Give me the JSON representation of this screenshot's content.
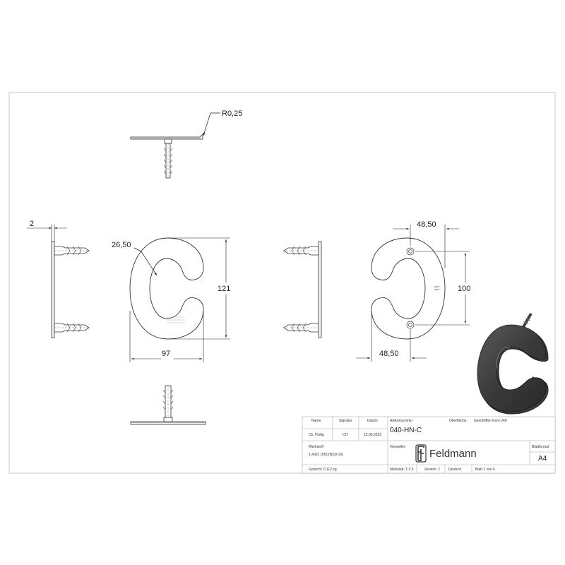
{
  "dimensions": {
    "radius_top": "R0,25",
    "thickness": "2",
    "radius_corner": "26,50",
    "height": "121",
    "width": "97",
    "hole_offset_top": "48,50",
    "hole_offset_bottom": "48,50",
    "hole_spacing": "100"
  },
  "title_block": {
    "headers": {
      "name": "Name",
      "signature": "Signatur",
      "date": "Datum",
      "article_number": "Artikelnummer",
      "surface": "Oberfläche:",
      "surface_value": "Geschliffen Korn 240",
      "material": "Werkstoff",
      "manufacturer": "Hersteller",
      "sheet_format": "Blattformat"
    },
    "drawn_by": "Ch. Hollig",
    "signature_value": "CH",
    "date_value": "12.09.2023",
    "article_number_value": "040-HN-C",
    "material_value": "1.4301 (X5CrNi18-10)",
    "company_name": "Feldmann",
    "sheet_format_value": "A4",
    "weight": "Gewicht: 0.112 kg",
    "scale": "Maßstab: 1:2.5",
    "version": "Version: 1",
    "language": "Deutsch",
    "sheet": "Blatt 1 von 6"
  }
}
